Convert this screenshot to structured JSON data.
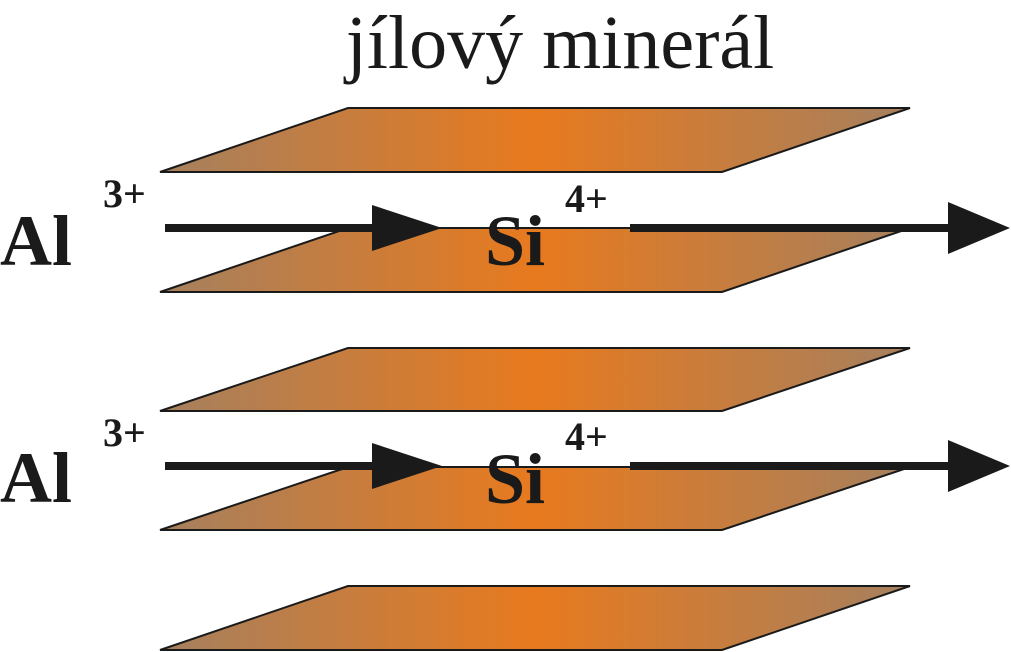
{
  "title": "jílový minerál",
  "colors": {
    "sheet_center": "#e87a1e",
    "sheet_edge": "#a5805f",
    "ink": "#1a1a1a"
  },
  "layers": [
    {
      "from_ion": "Al",
      "from_charge": "3+",
      "to_ion": "Si",
      "to_charge": "4+"
    },
    {
      "from_ion": "Al",
      "from_charge": "3+",
      "to_ion": "Si",
      "to_charge": "4+"
    }
  ]
}
